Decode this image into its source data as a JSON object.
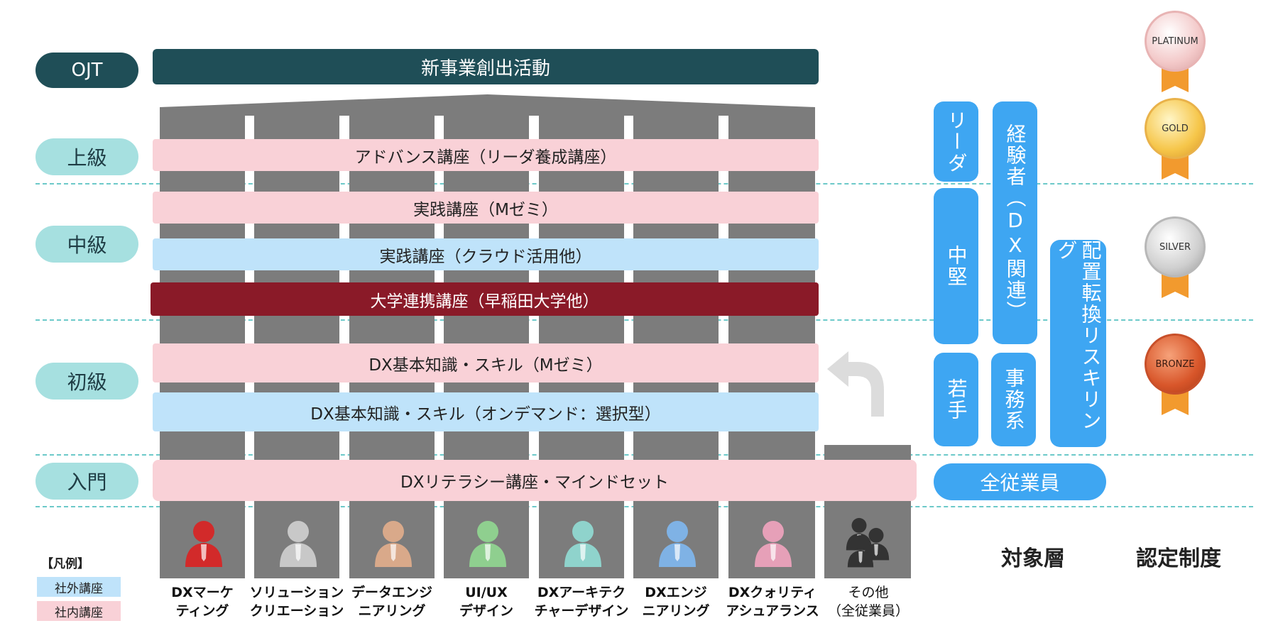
{
  "levels": {
    "ojt": "OJT",
    "advanced": "上級",
    "intermediate": "中級",
    "beginner": "初級",
    "intro": "入門"
  },
  "courses": {
    "ojt_activity": "新事業創出活動",
    "advance": "アドバンス講座（リーダ養成講座）",
    "practice_m": "実践講座（Mゼミ）",
    "practice_cloud": "実践講座（クラウド活用他）",
    "university": "大学連携講座（早稲田大学他）",
    "basic_m": "DX基本知識・スキル（Mゼミ）",
    "basic_ondemand": "DX基本知識・スキル（オンデマンド：選択型）",
    "literacy": "DXリテラシー講座・マインドセット"
  },
  "roles": [
    {
      "line1": "DXマーケ",
      "line2": "ティング",
      "color": "#d22a2a"
    },
    {
      "line1": "ソリューション",
      "line2": "クリエーション",
      "color": "#c8c8c8"
    },
    {
      "line1": "データエンジ",
      "line2": "ニアリング",
      "color": "#d9a98a"
    },
    {
      "line1": "UI/UX",
      "line2": "デザイン",
      "color": "#8fcf8f"
    },
    {
      "line1": "DXアーキテク",
      "line2": "チャーデザイン",
      "color": "#8fd3cc"
    },
    {
      "line1": "DXエンジ",
      "line2": "ニアリング",
      "color": "#7fb2e5"
    },
    {
      "line1": "DXクォリティ",
      "line2": "アシュアランス",
      "color": "#e6a0b8"
    },
    {
      "line1": "その他",
      "line2": "（全従業員）",
      "color": "#333333"
    }
  ],
  "targets": {
    "leader": "リーダ",
    "mid": "中堅",
    "young": "若手",
    "experienced": "経験者（DX関連）",
    "office": "事務系",
    "reskilling": "配置転換リスキリング",
    "all": "全従業員"
  },
  "medals": {
    "platinum": "PLATINUM",
    "gold": "GOLD",
    "silver": "SILVER",
    "bronze": "BRONZE"
  },
  "footer": {
    "target_layer": "対象層",
    "certification": "認定制度"
  },
  "legend": {
    "title": "【凡例】",
    "external": "社外講座",
    "internal": "社内講座"
  },
  "colors": {
    "internal": "#f9d1d7",
    "external": "#bfe3fa",
    "university": "#8a1a28",
    "target": "#3ea6f2",
    "level": "#a6e0e0",
    "ojt": "#1f4e57"
  }
}
